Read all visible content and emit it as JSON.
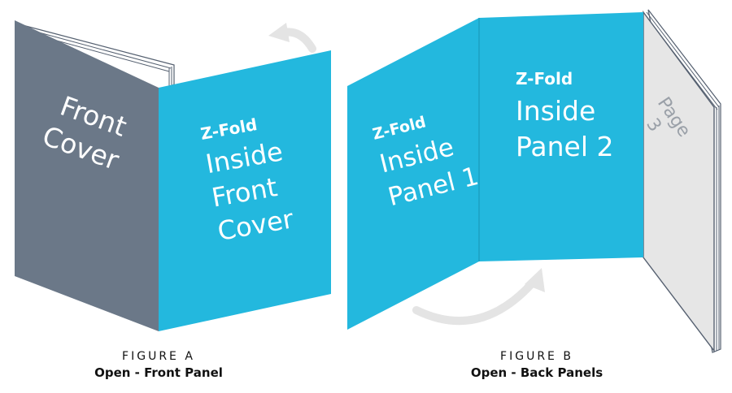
{
  "figure_a": {
    "front_cover_lines": [
      "Front",
      "Cover"
    ],
    "panel_heading": "Z-Fold",
    "panel_lines": [
      "Inside",
      "Front",
      "Cover"
    ],
    "label": "FIGURE A",
    "title": "Open - Front Panel"
  },
  "figure_b": {
    "panel1_heading": "Z-Fold",
    "panel1_lines": [
      "Inside",
      "Panel 1"
    ],
    "panel2_heading": "Z-Fold",
    "panel2_lines": [
      "Inside",
      "Panel 2"
    ],
    "page_lines": [
      "Page",
      "3"
    ],
    "label": "FIGURE B",
    "title": "Open - Back Panels"
  },
  "colors": {
    "cyan": "#23b8de",
    "slate": "#6b7888",
    "page": "#e6e6e6",
    "arrow": "#e4e4e4"
  }
}
